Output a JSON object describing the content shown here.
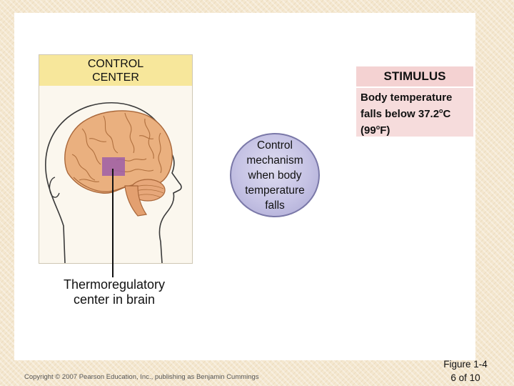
{
  "control_center": {
    "title": "CONTROL\nCENTER"
  },
  "stimulus": {
    "title": "STIMULUS",
    "text_part1": "Body temperature falls below 37.2",
    "degree_mark_1": "o",
    "text_part2": "C (99",
    "degree_mark_2": "o",
    "text_part3": "F)"
  },
  "control_mechanism": {
    "text": "Control\nmechanism\nwhen body\ntemperature\nfalls"
  },
  "brain_label": {
    "text": "Thermoregulatory\ncenter in brain"
  },
  "footer": {
    "copyright": "Copyright © 2007 Pearson Education, Inc., publishing as Benjamin Cummings",
    "figure": "Figure 1-4\n6 of 10"
  },
  "colors": {
    "control_header": "#f7e79b",
    "stimulus": "#f4d2d2",
    "mechanism": "#c5c2e4",
    "brain": "#eab07f",
    "thermo_region": "#9e5fa8"
  },
  "icons": {
    "illustration": "human-head-brain-illustration"
  }
}
